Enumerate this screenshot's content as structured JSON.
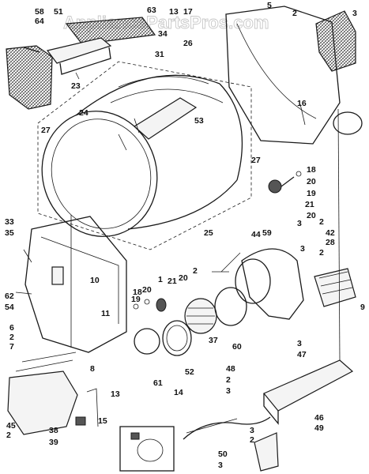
{
  "watermark": "AppliancePartsPros.com",
  "labels": [
    "58",
    "51",
    "63",
    "13",
    "17",
    "5",
    "2",
    "3",
    "64",
    "34",
    "31",
    "26",
    "23",
    "24",
    "53",
    "16",
    "27",
    "27",
    "18",
    "20",
    "19",
    "21",
    "20",
    "25",
    "33",
    "35",
    "59",
    "3",
    "2",
    "42",
    "28",
    "2",
    "44",
    "10",
    "3",
    "62",
    "54",
    "11",
    "2",
    "20",
    "1",
    "21",
    "20",
    "18",
    "9",
    "19",
    "6",
    "2",
    "7",
    "8",
    "61",
    "52",
    "37",
    "60",
    "3",
    "47",
    "48",
    "2",
    "3",
    "13",
    "45",
    "2",
    "15",
    "14",
    "46",
    "49",
    "38",
    "39",
    "3",
    "2",
    "50",
    "3"
  ]
}
